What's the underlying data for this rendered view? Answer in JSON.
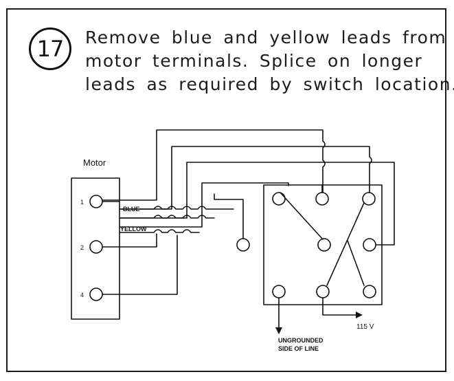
{
  "step": {
    "number": "17"
  },
  "instruction": {
    "line1": "Remove blue and yellow leads from",
    "line2": "motor terminals. Splice on longer",
    "line3": "leads as required by switch location."
  },
  "diagram": {
    "motor_label": "Motor",
    "terminal_labels": [
      "1",
      "2",
      "4"
    ],
    "lead_blue": "BLUE",
    "lead_yellow": "YELLOW",
    "voltage": "115 V",
    "line_label_1": "UNGROUNDED",
    "line_label_2": "SIDE OF LINE"
  },
  "colors": {
    "ink": "#111111",
    "background": "#ffffff"
  }
}
